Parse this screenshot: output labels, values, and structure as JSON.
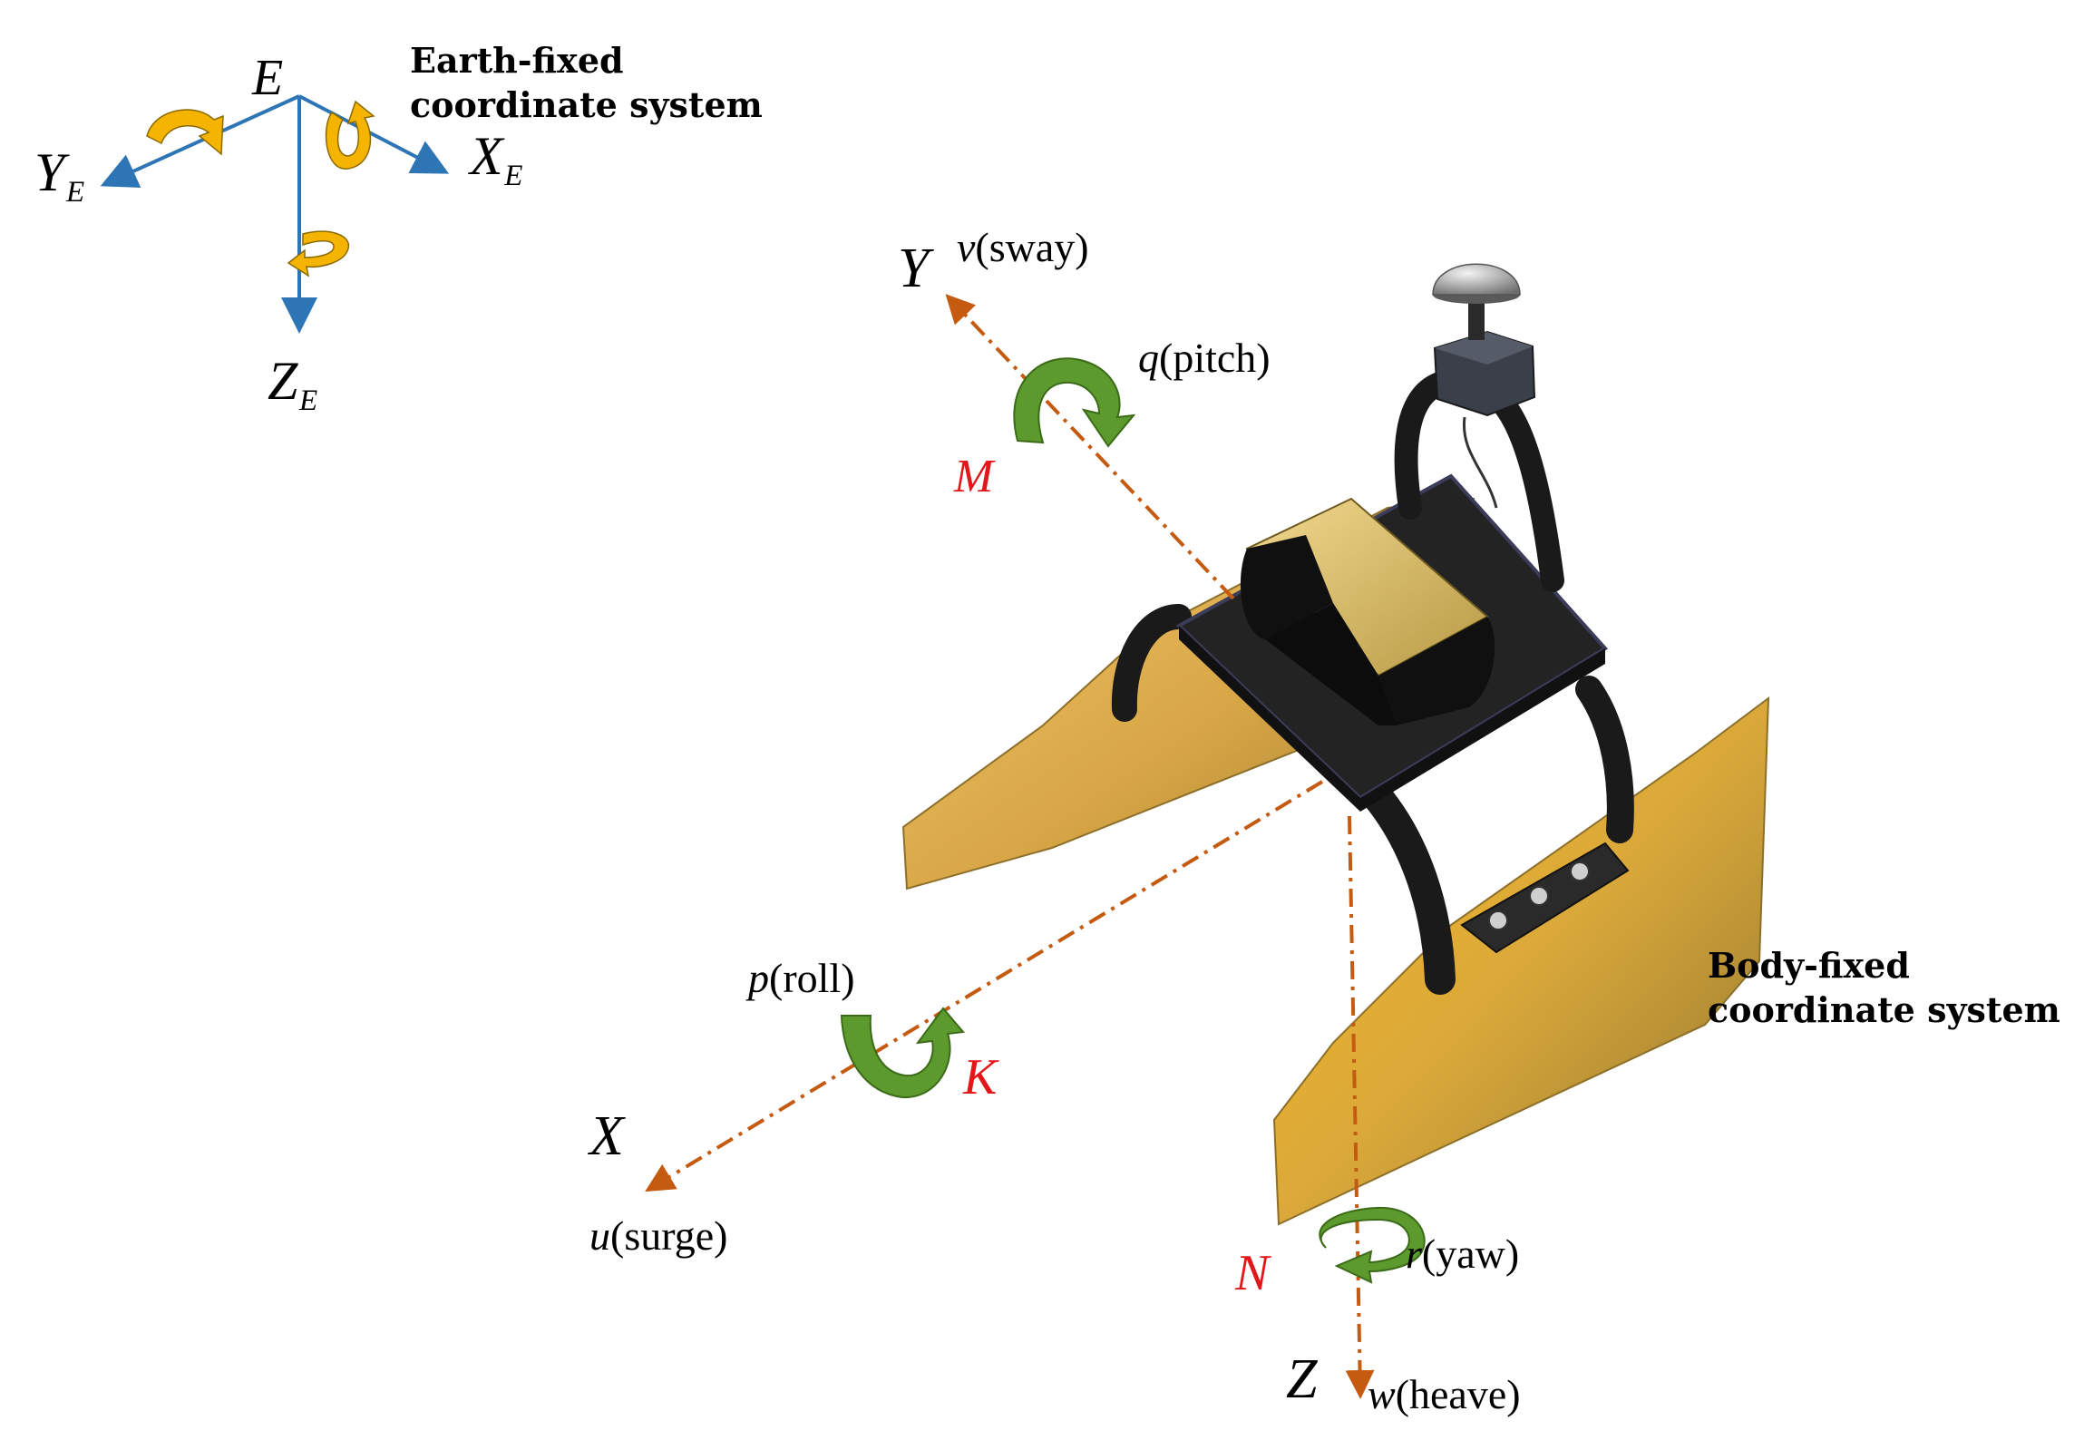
{
  "earth_frame": {
    "title_line1": "Earth-fixed",
    "title_line2": "coordinate system",
    "origin_label": "E",
    "x_axis": {
      "symbol": "X",
      "subscript": "E"
    },
    "y_axis": {
      "symbol": "Y",
      "subscript": "E"
    },
    "z_axis": {
      "symbol": "Z",
      "subscript": "E"
    },
    "axis_color": "#2e75b6",
    "rotation_arrow_color": "#f5b400"
  },
  "body_frame": {
    "title_line1": "Body-fixed",
    "title_line2": "coordinate system",
    "axis_color": "#c55a11",
    "rotation_arrow_color": "#5c9a2e",
    "moment_label_color": "#e3171a",
    "x_axis": {
      "symbol": "X",
      "velocity": "u",
      "motion": "(surge)",
      "rate": "p",
      "rate_motion": "(roll)",
      "moment": "K"
    },
    "y_axis": {
      "symbol": "Y",
      "velocity": "v",
      "motion": "(sway)",
      "rate": "q",
      "rate_motion": "(pitch)",
      "moment": "M"
    },
    "z_axis": {
      "symbol": "Z",
      "velocity": "w",
      "motion": "(heave)",
      "rate": "r",
      "rate_motion": "(yaw)",
      "moment": "N"
    }
  },
  "vessel": {
    "hull_color": "#d9a84c",
    "deck_color": "#1c1c1c",
    "antenna_color": "#9a9a9a"
  }
}
